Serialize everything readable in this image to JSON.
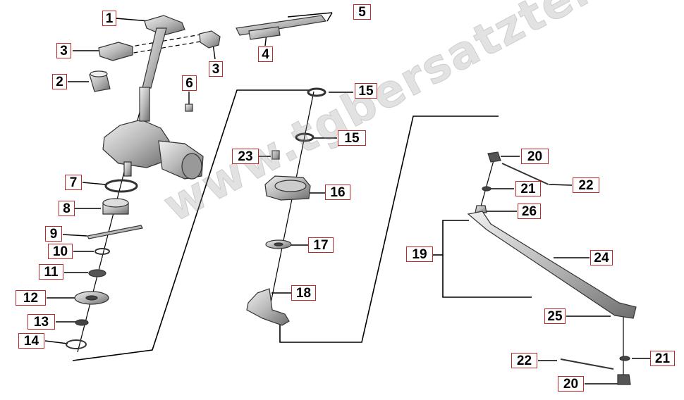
{
  "watermark": "www.tgbersatzteile.de",
  "colors": {
    "label_border": "#c0282a",
    "line": "#000000",
    "part_fill": "#d6d6d6",
    "part_stroke": "#333333"
  },
  "callouts": {
    "c1": "1",
    "c2": "2",
    "c3a": "3",
    "c3b": "3",
    "c4": "4",
    "c5": "5",
    "c6": "6",
    "c7": "7",
    "c8": "8",
    "c9": "9",
    "c10": "10",
    "c11": "11",
    "c12": "12",
    "c13": "13",
    "c14": "14",
    "c15a": "15",
    "c15b": "15",
    "c16": "16",
    "c17": "17",
    "c18": "18",
    "c19": "19",
    "c20a": "20",
    "c20b": "20",
    "c21a": "21",
    "c21b": "21",
    "c22a": "22",
    "c22b": "22",
    "c23": "23",
    "c24": "24",
    "c25": "25",
    "c26": "26"
  }
}
